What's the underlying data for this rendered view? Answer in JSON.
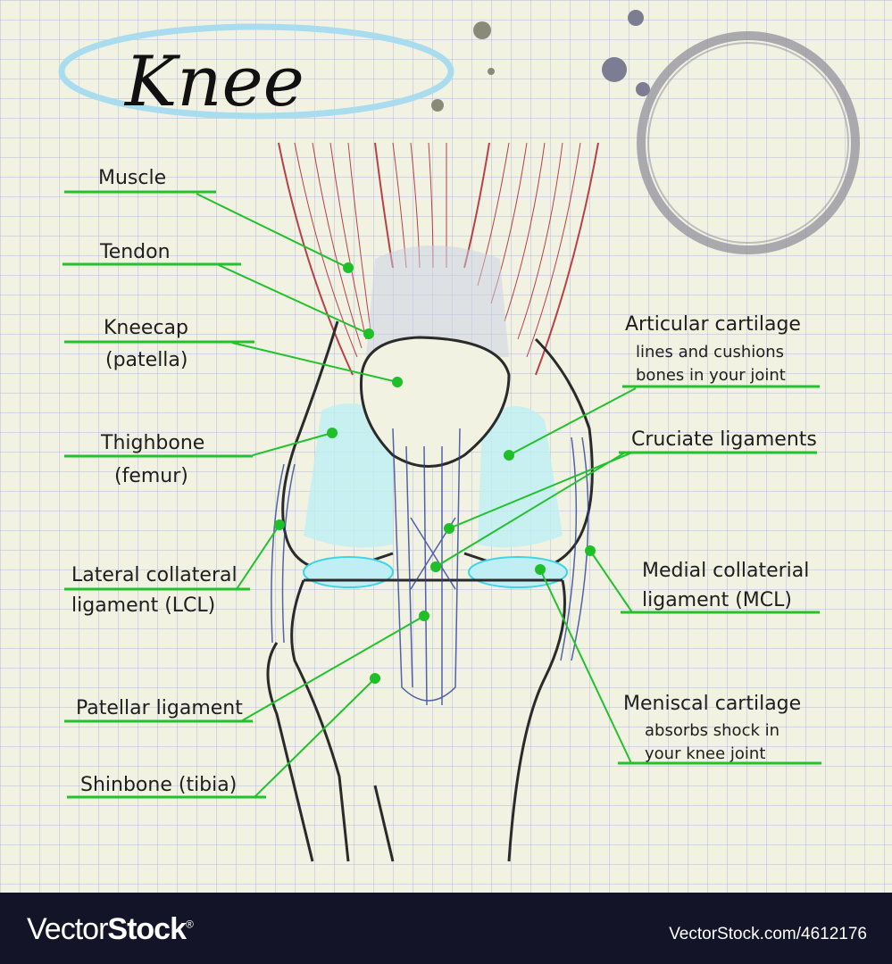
{
  "title": "Knee",
  "labels_left": [
    {
      "id": "muscle",
      "lines": [
        "Muscle"
      ]
    },
    {
      "id": "tendon",
      "lines": [
        "Tendon"
      ]
    },
    {
      "id": "kneecap",
      "lines": [
        "Kneecap",
        "(patella)"
      ]
    },
    {
      "id": "thighbone",
      "lines": [
        "Thighbone",
        "(femur)"
      ]
    },
    {
      "id": "lcl",
      "lines": [
        "Lateral collateral",
        "ligament (LCL)"
      ]
    },
    {
      "id": "patellar",
      "lines": [
        "Patellar ligament"
      ]
    },
    {
      "id": "shinbone",
      "lines": [
        "Shinbone (tibia)"
      ]
    }
  ],
  "labels_right": [
    {
      "id": "articular",
      "lines": [
        "Articular cartilage",
        "lines and cushions",
        "bones in your joint"
      ]
    },
    {
      "id": "cruciate",
      "lines": [
        "Cruciate ligaments"
      ]
    },
    {
      "id": "mcl",
      "lines": [
        "Medial collaterial",
        "ligament (MCL)"
      ]
    },
    {
      "id": "meniscal",
      "lines": [
        "Meniscal cartilage",
        "absorbs shock in",
        "your knee joint"
      ]
    }
  ],
  "colors": {
    "leader": "#22c12e",
    "muscle": "#b0222e",
    "ligament": "#2c3f9a",
    "cartilage": "#3fd4e8",
    "bone": "#2a2a2a",
    "title_ring": "#a9dcef"
  },
  "footer": {
    "brand_light": "Vector",
    "brand_bold": "Stock",
    "registered": "®",
    "reference": "VectorStock.com/4612176"
  }
}
